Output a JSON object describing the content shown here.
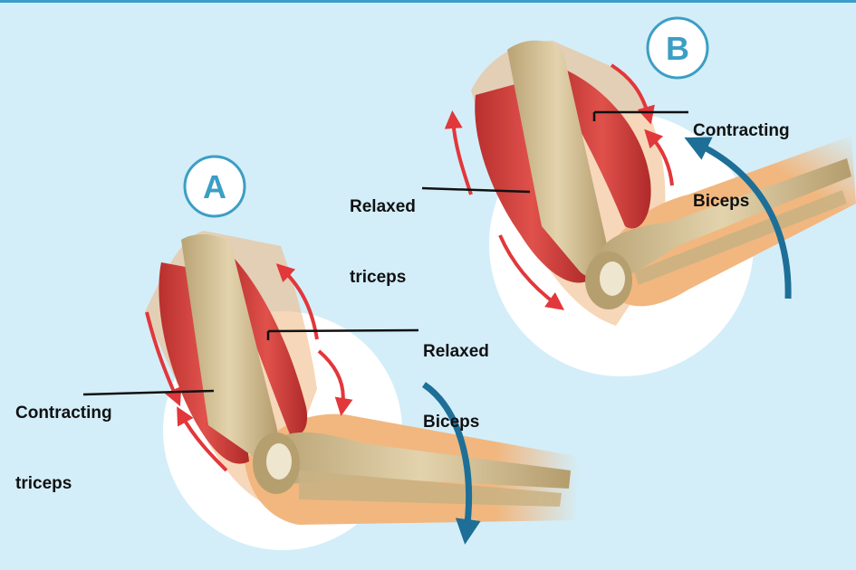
{
  "badges": {
    "a": "A",
    "b": "B"
  },
  "labels": {
    "contracting_triceps": {
      "line1": "Contracting",
      "line2": "triceps"
    },
    "relaxed_biceps": {
      "line1": "Relaxed",
      "line2": "Biceps"
    },
    "relaxed_triceps": {
      "line1": "Relaxed",
      "line2": "triceps"
    },
    "contracting_biceps": {
      "line1": "Contracting",
      "line2": "Biceps"
    }
  },
  "colors": {
    "background": "#d3eef9",
    "top_bar": "#3b9dc9",
    "badge": "#3c9ec4",
    "muscle": "#d8403c",
    "bone": "#d4c096",
    "skin": "#f1b77f",
    "motion_arrow": "#e2373b",
    "rotation_arrow": "#1d6f97"
  },
  "icons": {
    "red_arrows": "muscle-motion-arrow-icon",
    "blue_arrows": "rotation-arrow-icon"
  }
}
